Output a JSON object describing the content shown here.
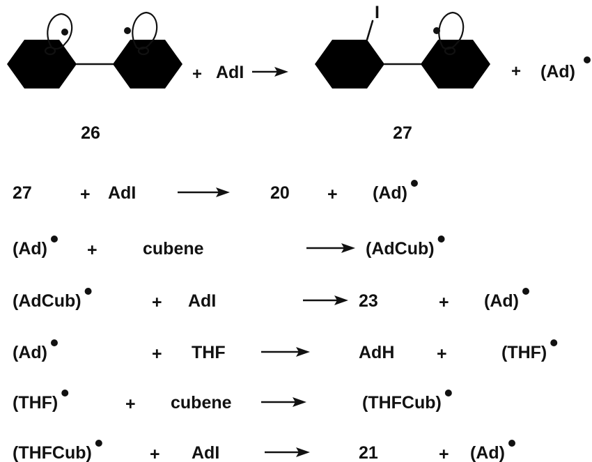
{
  "scheme": {
    "top_reaction": {
      "plus_1": "+",
      "reagent": "AdI",
      "plus_2": "+",
      "product_radical": "(Ad)",
      "iodine_label": "I",
      "compound_left_label": "26",
      "compound_right_label": "27"
    },
    "reactions": [
      {
        "r1": "27",
        "plus1": "+",
        "r2": "AdI",
        "p1": "20",
        "plus2": "+",
        "p2": "(Ad)",
        "r1_dot": false,
        "p1_dot": false,
        "p2_dot": true
      },
      {
        "r1": "(Ad)",
        "plus1": "+",
        "r2": "cubene",
        "p1": "(AdCub)",
        "plus2": "",
        "p2": "",
        "r1_dot": true,
        "p1_dot": true,
        "p2_dot": false
      },
      {
        "r1": "(AdCub)",
        "plus1": "+",
        "r2": "AdI",
        "p1": "23",
        "plus2": "+",
        "p2": "(Ad)",
        "r1_dot": true,
        "p1_dot": false,
        "p2_dot": true
      },
      {
        "r1": "(Ad)",
        "plus1": "+",
        "r2": "THF",
        "p1": "AdH",
        "plus2": "+",
        "p2": "(THF)",
        "r1_dot": true,
        "p1_dot": false,
        "p2_dot": true
      },
      {
        "r1": "(THF)",
        "plus1": "+",
        "r2": "cubene",
        "p1": "(THFCub)",
        "plus2": "",
        "p2": "",
        "r1_dot": true,
        "p1_dot": true,
        "p2_dot": false
      },
      {
        "r1": "(THFCub)",
        "plus1": "+",
        "r2": "AdI",
        "p1": "21",
        "plus2": "+",
        "p2": "(Ad)",
        "r1_dot": true,
        "p1_dot": false,
        "p2_dot": true
      }
    ]
  }
}
